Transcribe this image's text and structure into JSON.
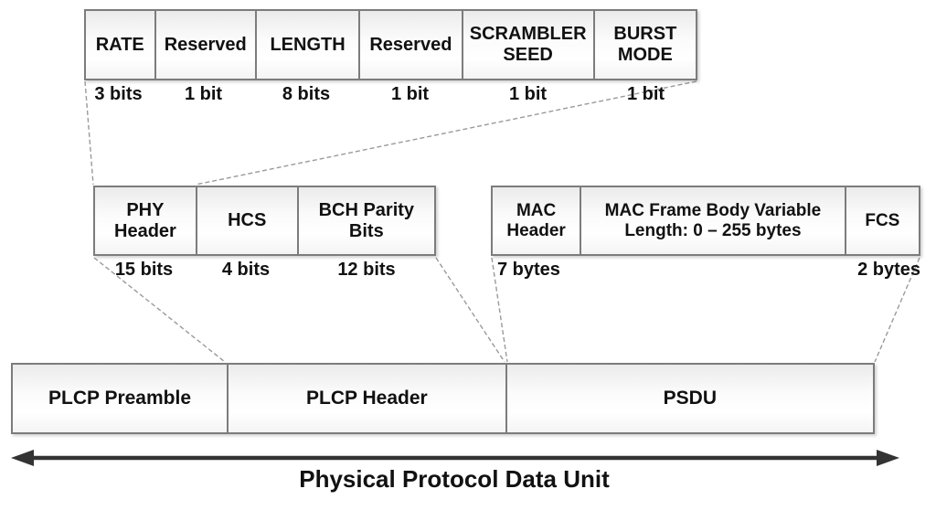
{
  "diagram": {
    "title": "Physical Protocol Data Unit",
    "phy_header_fields": {
      "cells": [
        {
          "label": "RATE",
          "size": "3 bits"
        },
        {
          "label": "Reserved",
          "size": "1 bit"
        },
        {
          "label": "LENGTH",
          "size": "8 bits"
        },
        {
          "label": "Reserved",
          "size": "1 bit"
        },
        {
          "label": "SCRAMBLER SEED",
          "size": "1 bit"
        },
        {
          "label": "BURST MODE",
          "size": "1 bit"
        }
      ]
    },
    "plcp_header_fields": {
      "cells": [
        {
          "label": "PHY Header",
          "size": "15 bits"
        },
        {
          "label": "HCS",
          "size": "4 bits"
        },
        {
          "label": "BCH Parity Bits",
          "size": "12 bits"
        }
      ]
    },
    "psdu_fields": {
      "cells": [
        {
          "label": "MAC Header",
          "size": "7 bytes"
        },
        {
          "label": "MAC Frame Body Variable Length: 0 – 255 bytes",
          "size": ""
        },
        {
          "label": "FCS",
          "size": "2 bytes"
        }
      ]
    },
    "ppdu_fields": {
      "cells": [
        {
          "label": "PLCP Preamble"
        },
        {
          "label": "PLCP Header"
        },
        {
          "label": "PSDU"
        }
      ]
    },
    "colors": {
      "box_border": "#7c7c7c",
      "box_fill_top": "#ebebeb",
      "box_fill_bottom": "#f4f4f4",
      "dashed_line": "#9a9a9a",
      "arrow": "#333333",
      "text": "#111111"
    }
  }
}
